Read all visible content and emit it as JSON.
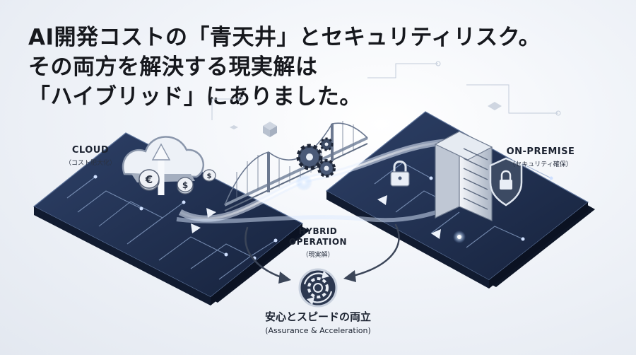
{
  "headline": {
    "line1": "AI開発コストの「青天井」とセキュリティリスク。",
    "line2": "その両方を解決する現実解は",
    "line3": "「ハイブリッド」にありました。"
  },
  "cloud": {
    "title": "CLOUD",
    "subtitle": "（コスト肥大化）",
    "icon": "cloud-upload-icon"
  },
  "onprem": {
    "title": "ON-PREMISE",
    "subtitle": "（セキュリティ確保）",
    "icon": "server-shield-icon"
  },
  "hybrid": {
    "title_line1": "HYBRID",
    "title_line2": "OPERATION",
    "subtitle": "（現実解）",
    "icon": "gears-icon"
  },
  "outcome": {
    "title": "安心とスピードの両立",
    "subtitle": "(Assurance & Acceleration)",
    "icon": "cycle-gear-icon"
  },
  "coin_symbols": {
    "euro": "€",
    "dollar": "$"
  },
  "colors": {
    "platform": "#1f2d4a",
    "platform_edge": "#0f182b",
    "circuit": "#9fb4d6",
    "accent": "#3f7fd6",
    "text": "#16181d"
  }
}
